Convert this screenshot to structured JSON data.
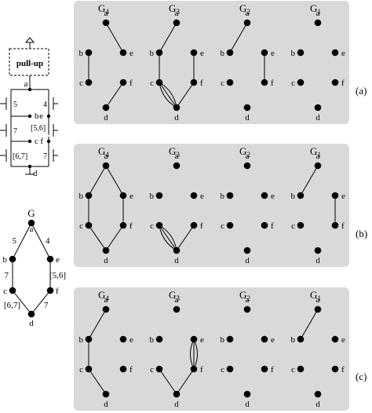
{
  "circuit": {
    "pullup_label": "pull-up",
    "node_labels": {
      "a": "a",
      "b": "b",
      "c": "c",
      "d": "d",
      "e": "e",
      "f": "f"
    },
    "transistor_labels": {
      "left_top": "5",
      "right_top": "4",
      "left_mid": "7",
      "right_mid": "[5,6]",
      "left_bot": "[6,7]",
      "right_bot": "7"
    }
  },
  "graph_g": {
    "title": "G",
    "edge_labels": {
      "ab": "5",
      "ae": "4",
      "bc": "7",
      "ef": "[5,6]",
      "cd": "[6,7]",
      "fd": "7"
    }
  },
  "panel_titles": {
    "g4": "G",
    "g4_sub": "4",
    "g3": "G",
    "g3_sub": "3",
    "g2": "G",
    "g2_sub": "2",
    "g1": "G",
    "g1_sub": "1"
  },
  "row_labels": [
    "(a)",
    "(b)",
    "(c)"
  ],
  "node_names": [
    "a",
    "b",
    "c",
    "d",
    "e",
    "f"
  ],
  "panel_edges": [
    {
      "g4": [
        [
          "a",
          "e"
        ],
        [
          "b",
          "c"
        ],
        [
          "f",
          "d"
        ]
      ],
      "g3": [
        [
          "a",
          "b"
        ],
        [
          "b",
          "c"
        ],
        [
          "e",
          "f"
        ],
        [
          "c",
          "d"
        ],
        [
          "f",
          "d"
        ],
        [
          "c",
          "d",
          "curve"
        ]
      ],
      "g2": [
        [
          "a",
          "b"
        ],
        [
          "e",
          "f"
        ]
      ],
      "g1": []
    },
    {
      "g4": [
        [
          "a",
          "b"
        ],
        [
          "a",
          "e"
        ],
        [
          "b",
          "c"
        ],
        [
          "e",
          "f"
        ],
        [
          "c",
          "d"
        ],
        [
          "f",
          "d"
        ]
      ],
      "g3": [
        [
          "c",
          "d"
        ],
        [
          "f",
          "d"
        ],
        [
          "c",
          "d",
          "curve"
        ]
      ],
      "g2": [],
      "g1": [
        [
          "a",
          "b"
        ],
        [
          "e",
          "f"
        ]
      ]
    },
    {
      "g4": [
        [
          "a",
          "b"
        ],
        [
          "b",
          "c"
        ],
        [
          "c",
          "d"
        ]
      ],
      "g3": [
        [
          "e",
          "f"
        ],
        [
          "f",
          "d"
        ],
        [
          "c",
          "d"
        ],
        [
          "e",
          "f",
          "curve"
        ]
      ],
      "g2": [],
      "g1": [
        [
          "a",
          "b"
        ]
      ]
    }
  ],
  "colors": {
    "panel_bg": "#d9d9d9",
    "ink": "#000000"
  }
}
